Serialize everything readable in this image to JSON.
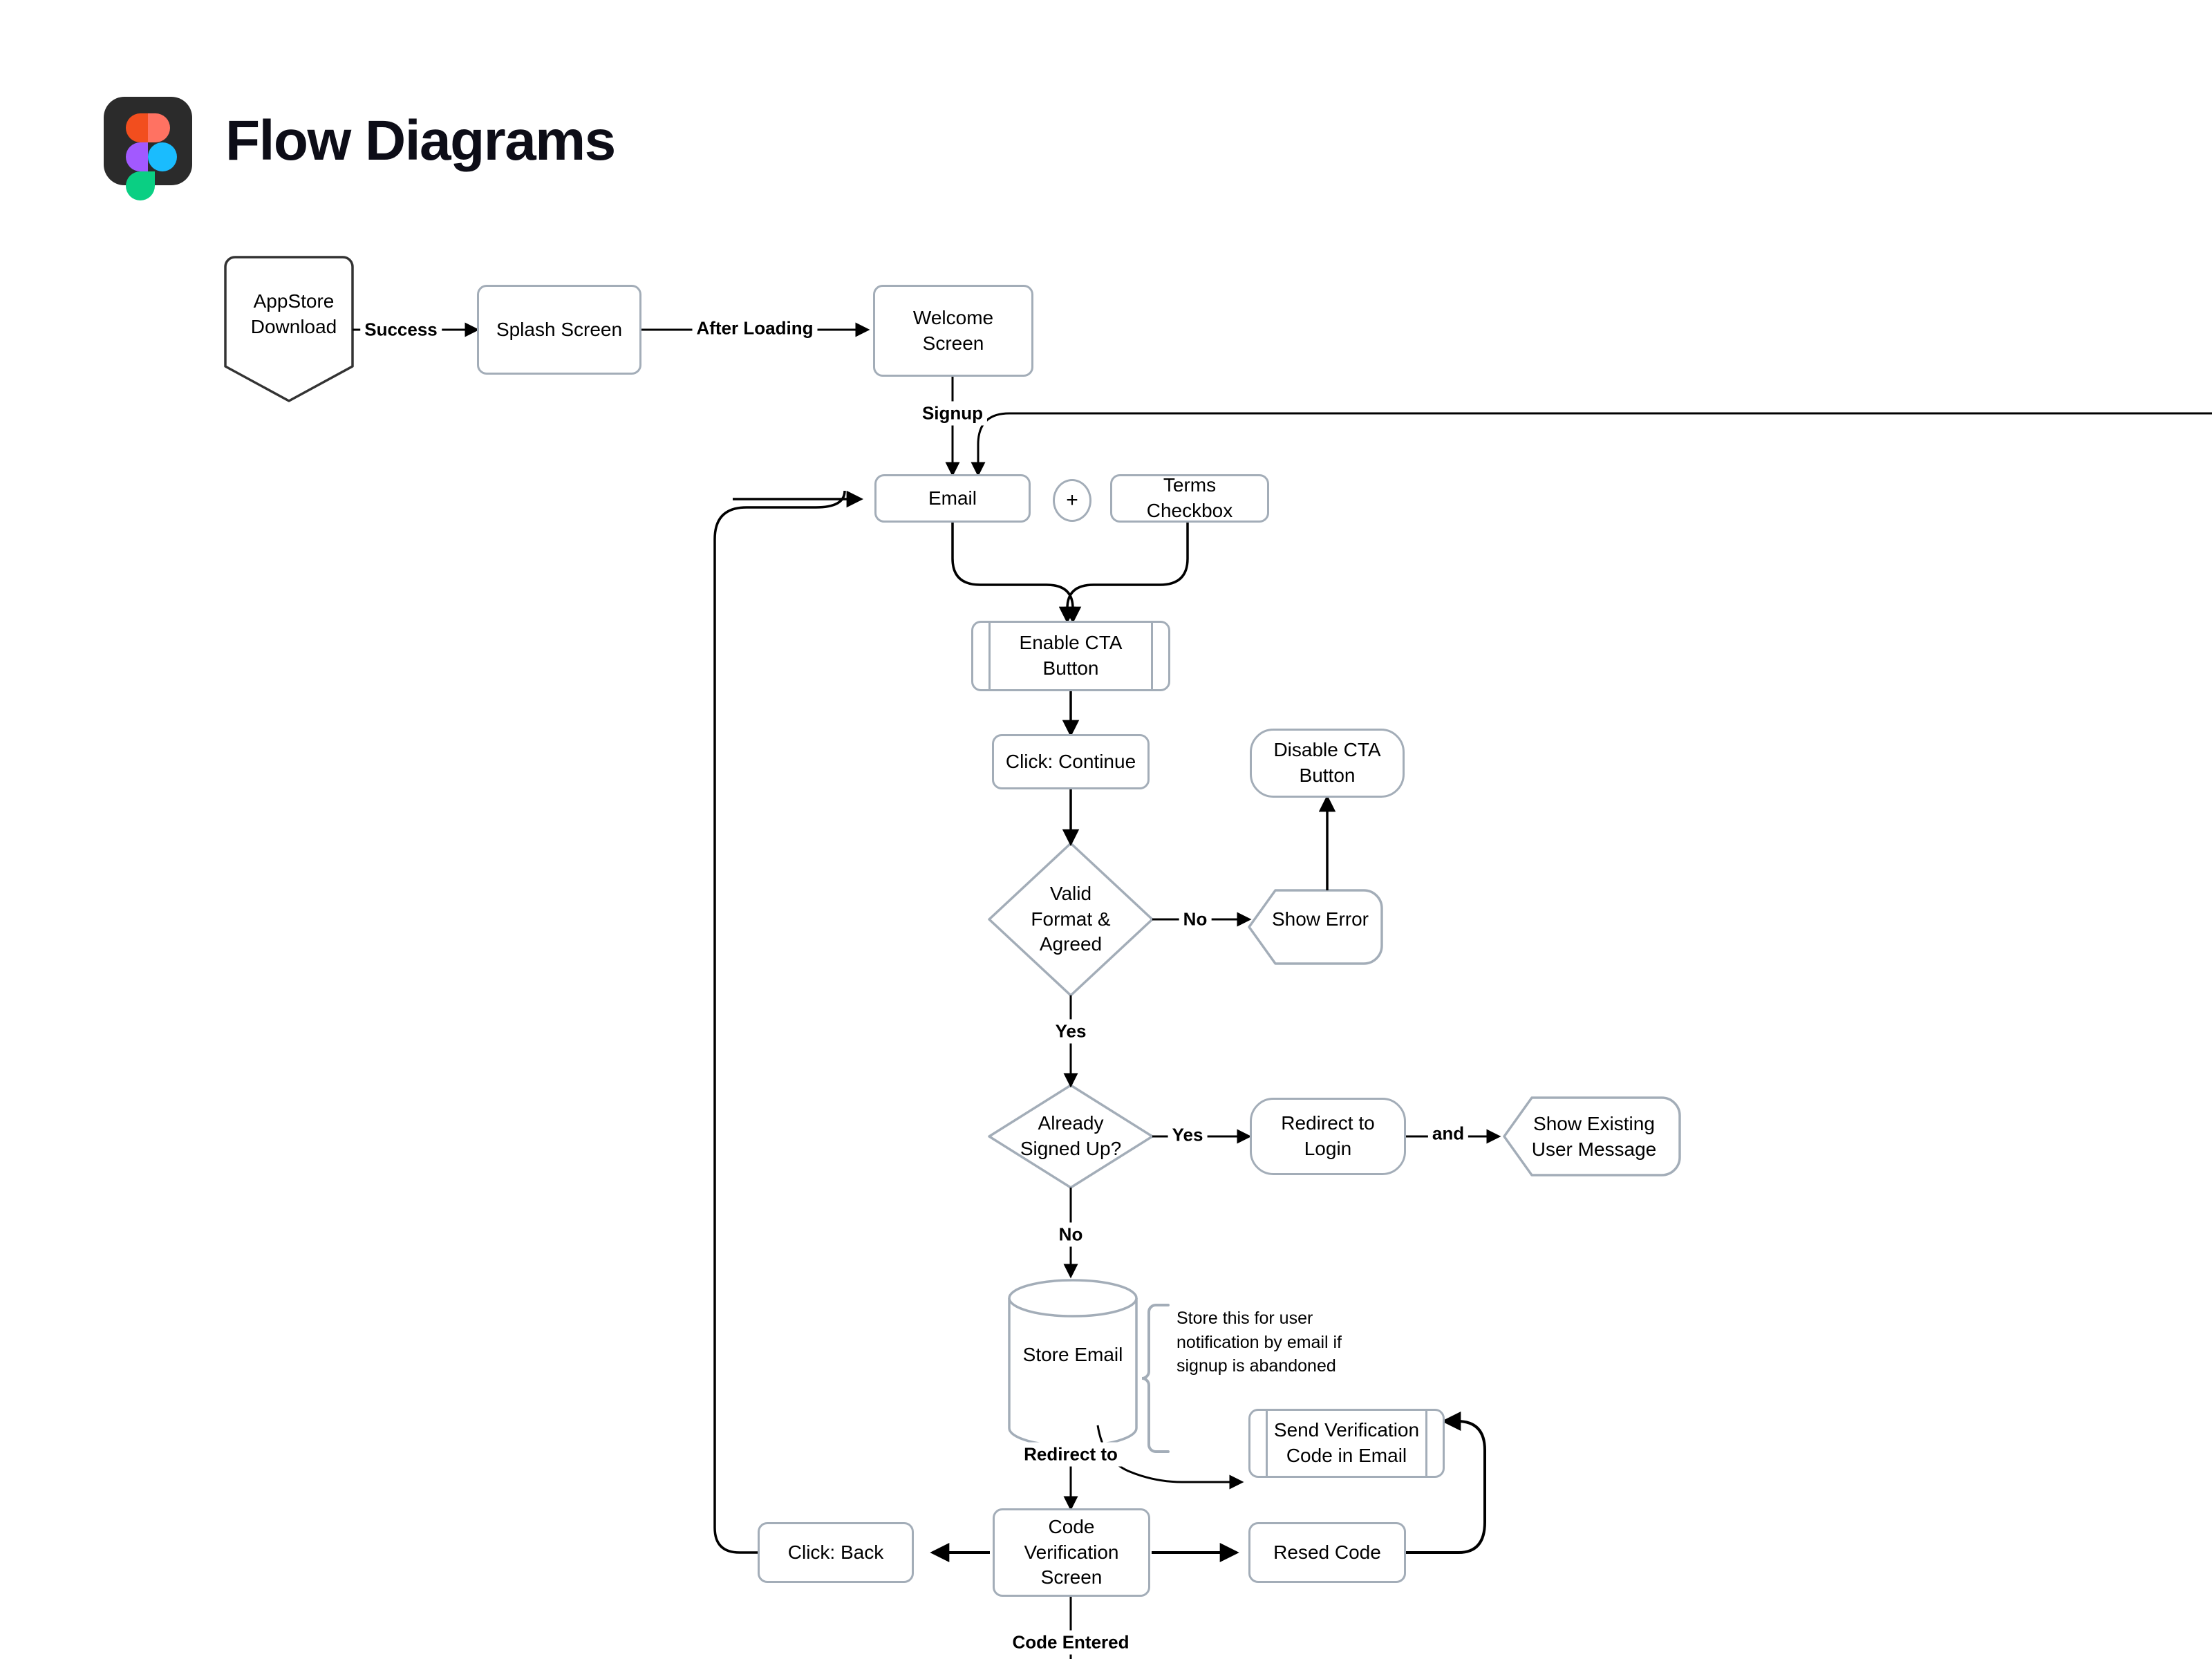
{
  "header": {
    "title": "Flow Diagrams",
    "logo_icon": "figma-logo-icon",
    "title_color": "#0d0d17"
  },
  "theme": {
    "node_stroke": "#a3adb8",
    "terminator_stroke": "#333333",
    "edge_stroke": "#000000",
    "background": "#ffffff",
    "text_color": "#000000"
  },
  "chart_data": {
    "type": "diagram",
    "diagram_kind": "flowchart",
    "title": "Flow Diagrams",
    "nodes": [
      {
        "id": "appstore",
        "label": "AppStore\nDownload",
        "shape": "shield"
      },
      {
        "id": "splash",
        "label": "Splash Screen",
        "shape": "process"
      },
      {
        "id": "welcome",
        "label": "Welcome\nScreen",
        "shape": "process"
      },
      {
        "id": "email",
        "label": "Email",
        "shape": "process"
      },
      {
        "id": "plus",
        "label": "+",
        "shape": "connector"
      },
      {
        "id": "terms",
        "label": "Terms Checkbox",
        "shape": "process"
      },
      {
        "id": "enablecta",
        "label": "Enable CTA\nButton",
        "shape": "subroutine"
      },
      {
        "id": "clickcont",
        "label": "Click: Continue",
        "shape": "process"
      },
      {
        "id": "validfmt",
        "label": "Valid\nFormat &\nAgreed",
        "shape": "decision"
      },
      {
        "id": "showerror",
        "label": "Show Error",
        "shape": "hexagon"
      },
      {
        "id": "disablecta",
        "label": "Disable CTA\nButton",
        "shape": "rounded"
      },
      {
        "id": "alreadysu",
        "label": "Already\nSigned Up?",
        "shape": "decision"
      },
      {
        "id": "redirect",
        "label": "Redirect to\nLogin",
        "shape": "rounded"
      },
      {
        "id": "showexist",
        "label": "Show Existing\nUser Message",
        "shape": "hexagon"
      },
      {
        "id": "storeemail",
        "label": "Store Email",
        "shape": "database"
      },
      {
        "id": "sendcode",
        "label": "Send Verification\nCode in Email",
        "shape": "subroutine"
      },
      {
        "id": "codeverif",
        "label": "Code\nVerification\nScreen",
        "shape": "process"
      },
      {
        "id": "clickback",
        "label": "Click: Back",
        "shape": "process"
      },
      {
        "id": "resedcode",
        "label": "Resed Code",
        "shape": "process"
      }
    ],
    "edges": [
      {
        "from": "appstore",
        "to": "splash",
        "label": "Success"
      },
      {
        "from": "splash",
        "to": "welcome",
        "label": "After Loading"
      },
      {
        "from": "welcome",
        "to": "email",
        "label": "Signup"
      },
      {
        "from": "terms",
        "to": "email",
        "label": ""
      },
      {
        "from": "email",
        "to": "enablecta",
        "label": ""
      },
      {
        "from": "terms",
        "to": "enablecta",
        "label": ""
      },
      {
        "from": "enablecta",
        "to": "clickcont",
        "label": ""
      },
      {
        "from": "clickcont",
        "to": "validfmt",
        "label": ""
      },
      {
        "from": "validfmt",
        "to": "showerror",
        "label": "No"
      },
      {
        "from": "showerror",
        "to": "disablecta",
        "label": ""
      },
      {
        "from": "validfmt",
        "to": "alreadysu",
        "label": "Yes"
      },
      {
        "from": "alreadysu",
        "to": "redirect",
        "label": "Yes"
      },
      {
        "from": "redirect",
        "to": "showexist",
        "label": "and"
      },
      {
        "from": "alreadysu",
        "to": "storeemail",
        "label": "No"
      },
      {
        "from": "storeemail",
        "to": "sendcode",
        "label": ""
      },
      {
        "from": "storeemail",
        "to": "codeverif",
        "label": "Redirect to"
      },
      {
        "from": "codeverif",
        "to": "clickback",
        "label": ""
      },
      {
        "from": "codeverif",
        "to": "resedcode",
        "label": ""
      },
      {
        "from": "resedcode",
        "to": "sendcode",
        "label": ""
      },
      {
        "from": "clickback",
        "to": "email",
        "label": ""
      },
      {
        "from": "codeverif",
        "to": "",
        "label": "Code Entered"
      }
    ],
    "annotations": [
      {
        "target": "storeemail",
        "text": "Store this for user\nnotification by email if\nsignup is abandoned",
        "style": "curly-brace"
      }
    ]
  },
  "labels": {
    "appstore": "AppStore\nDownload",
    "splash": "Splash Screen",
    "welcome": "Welcome\nScreen",
    "email": "Email",
    "plus": "+",
    "terms": "Terms Checkbox",
    "enablecta": "Enable CTA\nButton",
    "clickcont": "Click: Continue",
    "validfmt": "Valid\nFormat &\nAgreed",
    "showerror": "Show Error",
    "disablecta": "Disable CTA\nButton",
    "alreadysu": "Already\nSigned Up?",
    "redirect": "Redirect to\nLogin",
    "showexist": "Show Existing\nUser Message",
    "storeemail": "Store Email",
    "sendcode": "Send Verification\nCode in Email",
    "codeverif": "Code\nVerification\nScreen",
    "clickback": "Click: Back",
    "resedcode": "Resed Code",
    "annotation": "Store this for user\nnotification by email if\nsignup is abandoned"
  },
  "edge_labels": {
    "success": "Success",
    "after_loading": "After Loading",
    "signup": "Signup",
    "no1": "No",
    "yes1": "Yes",
    "yes2": "Yes",
    "and": "and",
    "no2": "No",
    "redirect_to": "Redirect to",
    "code_entered": "Code Entered"
  }
}
